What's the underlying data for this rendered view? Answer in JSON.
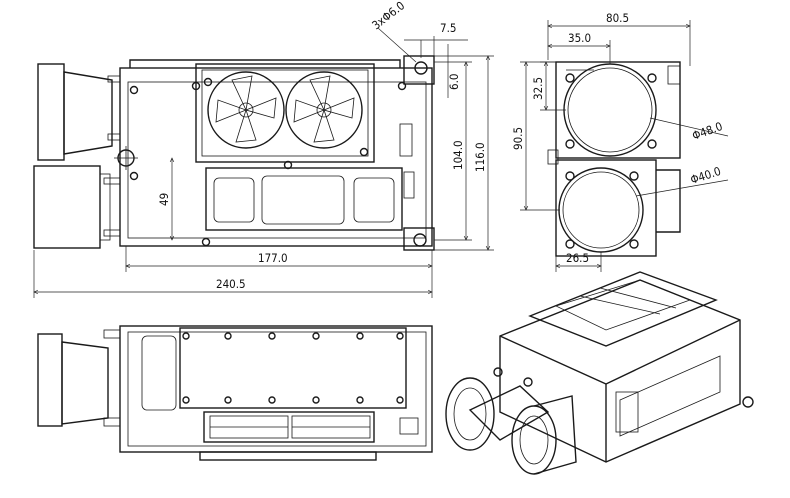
{
  "dimensions": {
    "hole_callout": "3xΦ6.0",
    "top_offset": "7.5",
    "hole_offset": "6.0",
    "inner_height": "104.0",
    "total_height": "116.0",
    "internal_height": "49",
    "body_length": "177.0",
    "total_length": "240.5",
    "side_width": "80.5",
    "lens_offset_x": "35.0",
    "lens_offset_y": "32.5",
    "side_height": "90.5",
    "lens_diameter_large": "Φ48.0",
    "lens_diameter_small": "Φ40.0",
    "bottom_offset": "26.5"
  }
}
